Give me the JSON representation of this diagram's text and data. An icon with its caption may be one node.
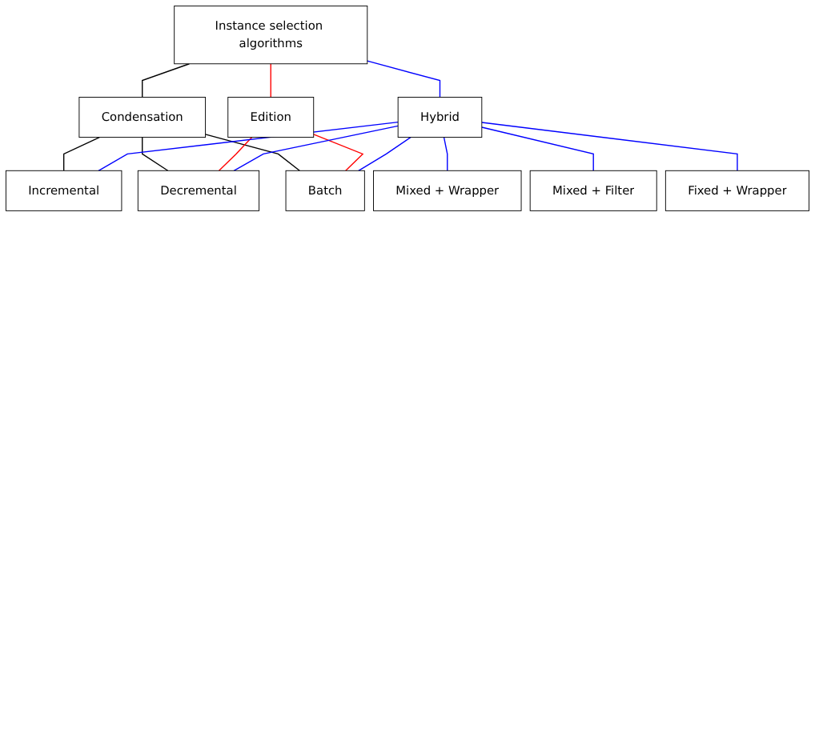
{
  "diagram": {
    "nodes": [
      {
        "text": [
          "Instance selection algorithms"
        ]
      },
      {
        "text": [
          "Condensation"
        ]
      },
      {
        "text": [
          "Edition"
        ]
      },
      {
        "text": [
          "Hybrid"
        ]
      },
      {
        "text": [
          "Incremental"
        ]
      },
      {
        "text": [
          "Decremental"
        ]
      },
      {
        "text": [
          "Batch"
        ]
      },
      {
        "text": [
          "Mixed + Wrapper"
        ]
      },
      {
        "text": [
          "Mixed + Filter"
        ]
      },
      {
        "text": [
          "Fixed + Wrapper"
        ]
      }
    ],
    "edges": [
      {
        "from": 0,
        "to": 1,
        "arrow": "none",
        "color": "#000000"
      },
      {
        "from": 0,
        "to": 2,
        "arrow": "none",
        "color": "#ff0000"
      },
      {
        "from": 0,
        "to": 3,
        "arrow": "none",
        "color": "#0000ff"
      },
      {
        "from": 1,
        "to": 4,
        "arrow": "none",
        "color": "#000000"
      },
      {
        "from": 1,
        "to": 5,
        "arrow": "none",
        "color": "#000000"
      },
      {
        "from": 1,
        "to": 6,
        "arrow": "none",
        "color": "#000000"
      },
      {
        "from": 2,
        "to": 5,
        "arrow": "none",
        "color": "#ff0000"
      },
      {
        "from": 2,
        "to": 6,
        "arrow": "none",
        "color": "#ff0000"
      },
      {
        "from": 3,
        "to": 4,
        "arrow": "none",
        "color": "#0000ff"
      },
      {
        "from": 3,
        "to": 5,
        "arrow": "none",
        "color": "#0000ff"
      },
      {
        "from": 3,
        "to": 6,
        "arrow": "none",
        "color": "#0000ff"
      },
      {
        "from": 3,
        "to": 7,
        "arrow": "none",
        "color": "#0000ff"
      },
      {
        "from": 3,
        "to": 8,
        "arrow": "none",
        "color": "#0000ff"
      },
      {
        "from": 3,
        "to": 9,
        "arrow": "none",
        "color": "#0000ff"
      }
    ]
  }
}
